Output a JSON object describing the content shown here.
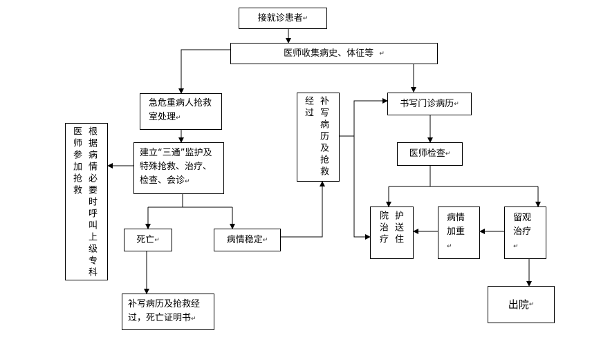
{
  "diagram": {
    "nodes": {
      "receive_patient": "接就诊患者",
      "collect_history": "医师收集病史、体征等",
      "emergency_rescue": "急危重病人抢救室处理",
      "build_channel": "建立“三通”监护及特殊抢救、治疗、检查、会诊",
      "consult_specialists": "根据病情必要时呼叫上级专科医师参加抢救",
      "death": "死亡",
      "stable": "病情稳定",
      "death_record": "补写病历及抢救经过，死亡证明书",
      "supplement_record": "补写病历及抢救经过",
      "write_outpatient_record": "书写门诊病历",
      "doctor_exam": "医师检查",
      "admit_hospital": "护送住院治疗",
      "worsened": "病情加重",
      "observation": "留观治疗",
      "discharge": "出院"
    },
    "return_mark": "↵"
  }
}
